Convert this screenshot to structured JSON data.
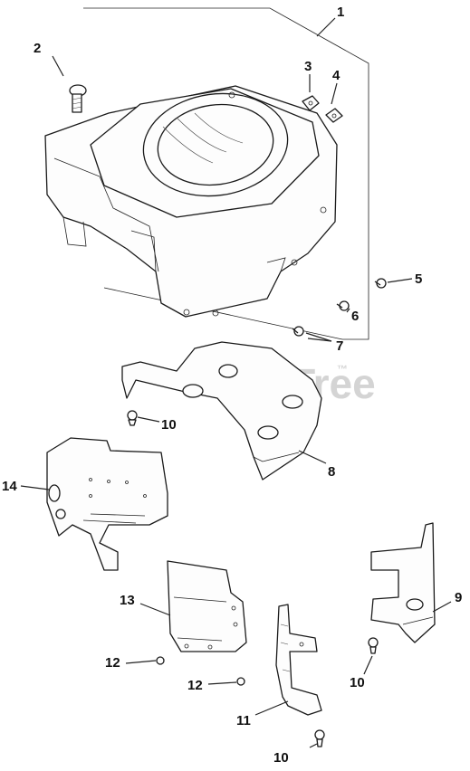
{
  "diagram": {
    "watermark": "PartsTree",
    "watermark_tm": "™",
    "callouts": [
      {
        "id": "c1",
        "text": "1"
      },
      {
        "id": "c2",
        "text": "2"
      },
      {
        "id": "c3",
        "text": "3"
      },
      {
        "id": "c4",
        "text": "4"
      },
      {
        "id": "c5",
        "text": "5"
      },
      {
        "id": "c6",
        "text": "6"
      },
      {
        "id": "c7",
        "text": "7"
      },
      {
        "id": "c8",
        "text": "8"
      },
      {
        "id": "c9",
        "text": "9"
      },
      {
        "id": "c10a",
        "text": "10"
      },
      {
        "id": "c10b",
        "text": "10"
      },
      {
        "id": "c10c",
        "text": "10"
      },
      {
        "id": "c11",
        "text": "11"
      },
      {
        "id": "c12a",
        "text": "12"
      },
      {
        "id": "c12b",
        "text": "12"
      },
      {
        "id": "c13",
        "text": "13"
      },
      {
        "id": "c14",
        "text": "14"
      }
    ]
  }
}
